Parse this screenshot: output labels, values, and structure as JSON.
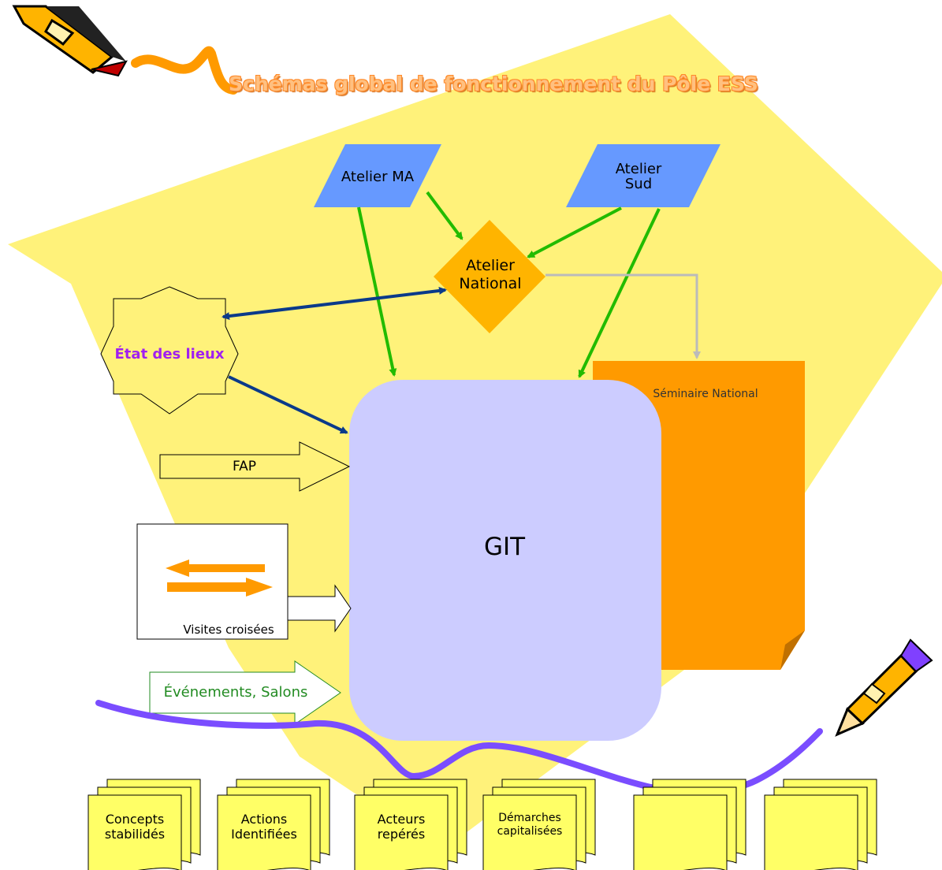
{
  "title": "Schémas global de fonctionnement du Pôle ESS",
  "nodes": {
    "atelier_ma": "Atelier MA",
    "atelier_sud": "Atelier\nSud",
    "atelier_national": "Atelier\nNational",
    "etat_des_lieux": "État des lieux",
    "seminaire_national": "Séminaire National",
    "git": "GIT",
    "fap": "FAP",
    "visites_croisees": "Visites croisées",
    "evenements_salons": "Événements, Salons"
  },
  "outputs": [
    "Concepts\nstabilidés",
    "Actions\nIdentifiées",
    "Acteurs\nrepérés",
    "Démarches\ncapitalisées",
    "",
    ""
  ],
  "colors": {
    "background_shape": "#fff27a",
    "atelier": "#6699ff",
    "atelier_national": "#ffb400",
    "seminaire": "#ff9a00",
    "git": "#ccccff",
    "green_arrow": "#22bb00",
    "blue_arrow": "#0a3a8a",
    "gray_arrow": "#bbbbbb",
    "purple_line": "#7a4dff",
    "etat_text": "#a020f0",
    "evenements_text": "#228b22",
    "doc_fill": "#ffff66"
  }
}
